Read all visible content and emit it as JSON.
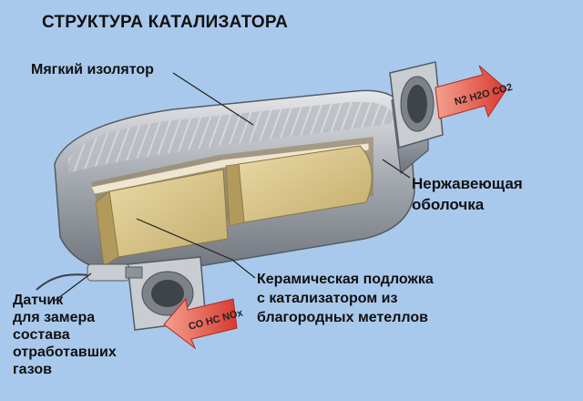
{
  "title": "СТРУКТУРА КАТАЛИЗАТОРА",
  "labels": {
    "insulator": "Мягкий изолятор",
    "shell": "Нержавеющая\nоболочка",
    "substrate": "Керамическая подложка\nс катализатором из\nблагородных метеллов",
    "sensor": "Датчик\nдля замера\nсостава\nотработавших\nгазов"
  },
  "arrows": {
    "outlet_text": "N2 H2O CO2",
    "inlet_text": "CO HC NOx"
  },
  "colors": {
    "background": "#a9c9ec",
    "arrow": "#e8463b",
    "metal": "#b9bcc2",
    "ceramic": "#d9c488"
  }
}
